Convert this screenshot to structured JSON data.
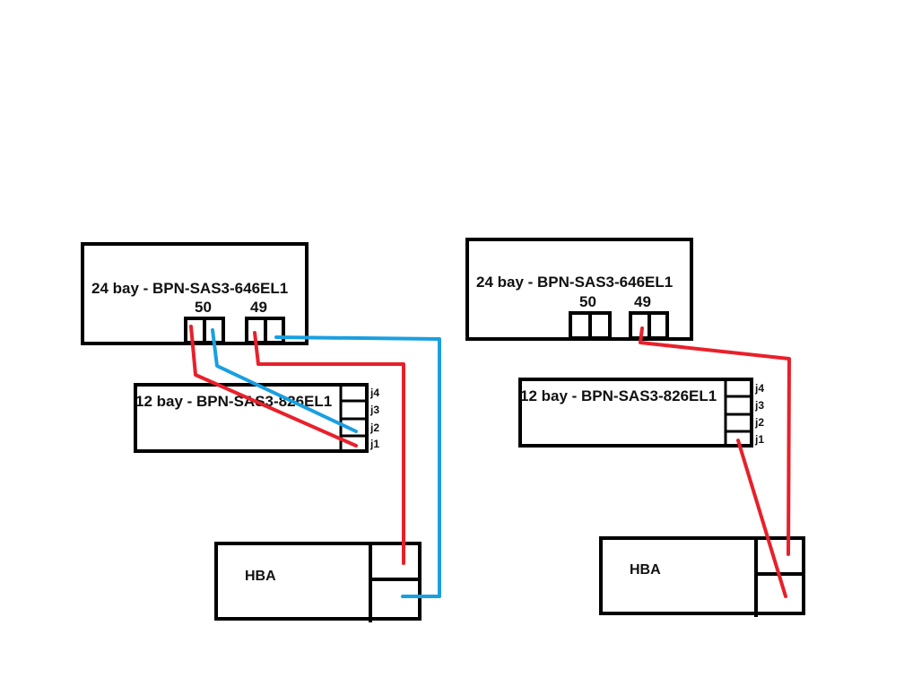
{
  "diagram": {
    "colors": {
      "outline": "#000000",
      "red_cable": "#e8202a",
      "blue_cable": "#1a9fe0"
    },
    "left": {
      "backplane_24": {
        "label": "24 bay - BPN-SAS3-646EL1",
        "port_a": "50",
        "port_b": "49"
      },
      "backplane_12": {
        "label": "12 bay - BPN-SAS3-826EL1",
        "ports": [
          "j4",
          "j3",
          "j2",
          "j1"
        ]
      },
      "hba": {
        "label": "HBA"
      }
    },
    "right": {
      "backplane_24": {
        "label": "24 bay - BPN-SAS3-646EL1",
        "port_a": "50",
        "port_b": "49"
      },
      "backplane_12": {
        "label": "12 bay - BPN-SAS3-826EL1",
        "ports": [
          "j4",
          "j3",
          "j2",
          "j1"
        ]
      },
      "hba": {
        "label": "HBA"
      }
    }
  }
}
